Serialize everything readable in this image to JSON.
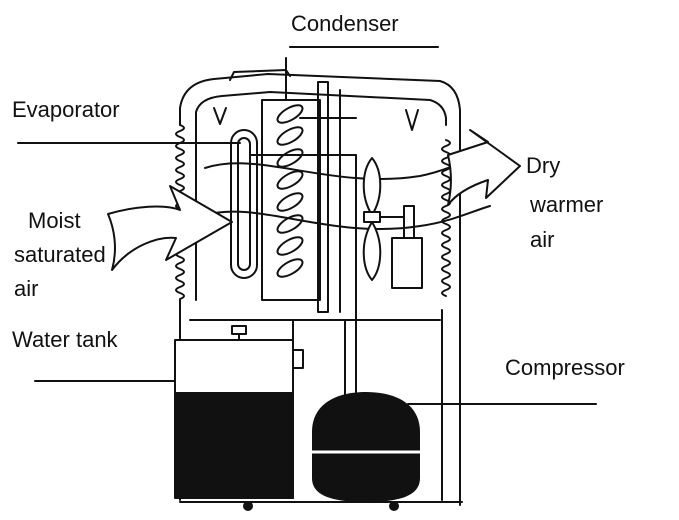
{
  "labels": {
    "condenser": "Condenser",
    "evaporator": "Evaporator",
    "dry_1": "Dry",
    "dry_2": "warmer",
    "dry_3": "air",
    "moist_1": "Moist",
    "moist_2": "saturated",
    "moist_3": "air",
    "water_tank": "Water tank",
    "compressor": "Compressor"
  },
  "colors": {
    "stroke": "#111111",
    "fill_dark": "#111111",
    "background": "#ffffff"
  }
}
